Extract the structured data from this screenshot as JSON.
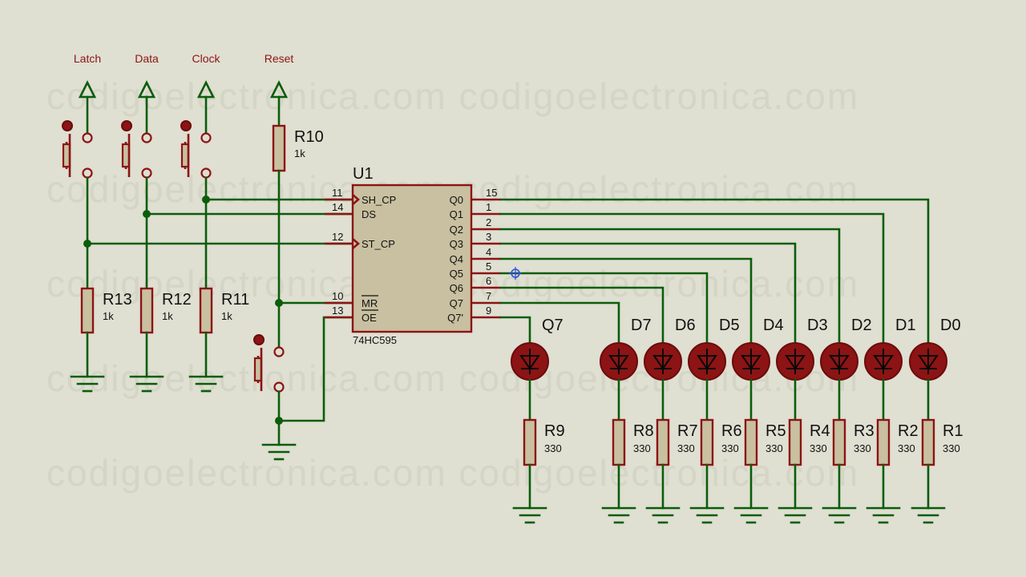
{
  "watermark_text": "codigoelectronica.com codigoelectronica.com",
  "terminals": [
    "Latch",
    "Data",
    "Clock",
    "Reset"
  ],
  "chip": {
    "ref": "U1",
    "part": "74HC595",
    "left_pins": [
      {
        "num": "11",
        "name": "SH_CP"
      },
      {
        "num": "14",
        "name": "DS"
      },
      {
        "num": "12",
        "name": "ST_CP"
      },
      {
        "num": "10",
        "name": "MR"
      },
      {
        "num": "13",
        "name": "OE"
      }
    ],
    "right_pins": [
      {
        "num": "15",
        "name": "Q0"
      },
      {
        "num": "1",
        "name": "Q1"
      },
      {
        "num": "2",
        "name": "Q2"
      },
      {
        "num": "3",
        "name": "Q3"
      },
      {
        "num": "4",
        "name": "Q4"
      },
      {
        "num": "5",
        "name": "Q5"
      },
      {
        "num": "6",
        "name": "Q6"
      },
      {
        "num": "7",
        "name": "Q7"
      },
      {
        "num": "9",
        "name": "Q7'"
      }
    ]
  },
  "pullup": {
    "ref": "R10",
    "value": "1k"
  },
  "pulldowns": [
    {
      "ref": "R13",
      "value": "1k"
    },
    {
      "ref": "R12",
      "value": "1k"
    },
    {
      "ref": "R11",
      "value": "1k"
    }
  ],
  "leds": [
    "Q7",
    "D7",
    "D6",
    "D5",
    "D4",
    "D3",
    "D2",
    "D1",
    "D0"
  ],
  "led_resistors": [
    {
      "ref": "R9",
      "value": "330"
    },
    {
      "ref": "R8",
      "value": "330"
    },
    {
      "ref": "R7",
      "value": "330"
    },
    {
      "ref": "R6",
      "value": "330"
    },
    {
      "ref": "R5",
      "value": "330"
    },
    {
      "ref": "R4",
      "value": "330"
    },
    {
      "ref": "R3",
      "value": "330"
    },
    {
      "ref": "R2",
      "value": "330"
    },
    {
      "ref": "R1",
      "value": "330"
    }
  ],
  "colors": {
    "background": "#dfdfd2",
    "wire": "#0a5d0a",
    "component": "#8c1414",
    "component_fill": "#c8c0a0"
  }
}
